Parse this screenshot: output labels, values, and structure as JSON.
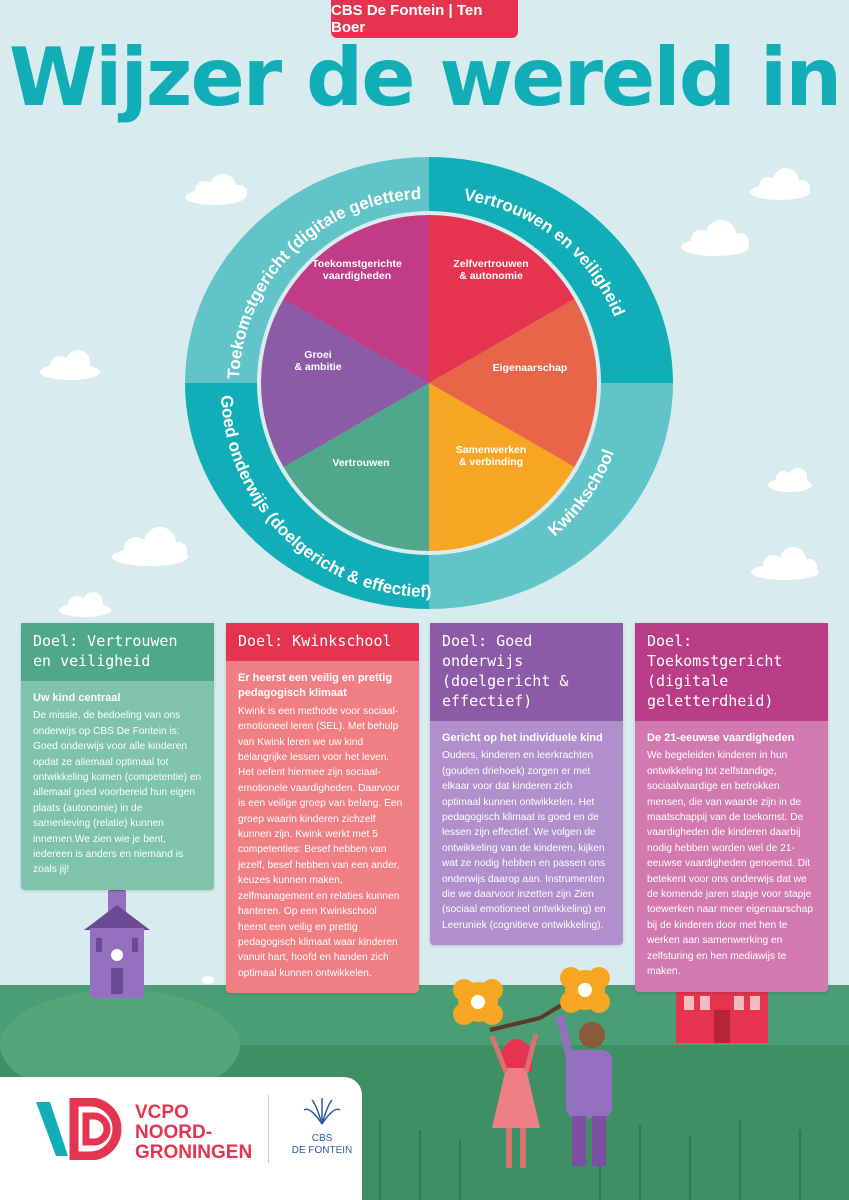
{
  "header": {
    "badge": "CBS De Fontein | Ten Boer",
    "title": "Wijzer de wereld in"
  },
  "wheel": {
    "outer": [
      "Toekomstgericht (digitale geletterdheid)",
      "Vertrouwen en veiligheid",
      "Goed onderwijs (doelgericht & effectief)",
      "Kwinkschool"
    ],
    "inner": [
      {
        "lines": [
          "Toekomstgerichte",
          "vaardigheden"
        ]
      },
      {
        "lines": [
          "Zelfvertrouwen",
          "& autonomie"
        ]
      },
      {
        "lines": [
          "Eigenaarschap"
        ]
      },
      {
        "lines": [
          "Samenwerken",
          "& verbinding"
        ]
      },
      {
        "lines": [
          "Vertrouwen"
        ]
      },
      {
        "lines": [
          "Groei",
          "& ambitie"
        ]
      }
    ]
  },
  "cards": [
    {
      "heading": "Doel: Vertrouwen en veiligheid",
      "subtitle": "Uw kind centraal",
      "text": "De missie, de bedoeling van ons onderwijs op CBS De Fontein is: Goed onderwijs voor alle kinderen opdat ze allemaal optimaal tot ontwikkeling komen (competentie) en allemaal goed voorbereid hun eigen plaats (autonomie) in de samenleving (relatie) kunnen innemen.We zien wie je bent, iedereen is anders en niemand is zoals jij!"
    },
    {
      "heading": "Doel: Kwinkschool",
      "subtitle": "Er heerst een veilig en prettig pedagogisch klimaat",
      "text": "Kwink is een methode voor sociaal-emotioneel leren (SEL). Met behulp van Kwink leren we uw kind belangrijke lessen voor het leven. Het oefent hiermee zijn sociaal-emotionele vaardigheden. Daarvoor is een veilige groep van belang. Een groep waarin kinderen zichzelf kunnen zijn. Kwink werkt met 5 competenties: Besef hebben van jezelf, besef hebben van een ander, keuzes kunnen maken, zelfmanagement en relaties kunnen hanteren. Op een Kwinkschool heerst een veilig en prettig pedagogisch klimaat waar kinderen vanuit hart, hoofd en handen zich optimaal kunnen ontwikkelen."
    },
    {
      "heading": "Doel: Goed onderwijs (doelgericht & effectief)",
      "subtitle": "Gericht op het individuele kind",
      "text": "Ouders, kinderen en leerkrachten (gouden driehoek) zorgen er met elkaar voor dat kinderen zich optimaal kunnen ontwikkelen. Het pedagogisch klimaat is goed en de lessen zijn effectief. We volgen de ontwikkeling van de kinderen, kijken wat ze nodig hebben en passen ons onderwijs daarop aan. Instrumenten die we daarvoor inzetten zijn Zien (sociaal emotioneel ontwikkeling) en Leeruniek (cognitieve ontwikkeling)."
    },
    {
      "heading": "Doel: Toekomstgericht (digitale geletterdheid)",
      "subtitle": "De 21-eeuwse vaardigheden",
      "text": "We begeleiden kinderen in hun ontwikkeling tot zelfstandige, sociaalvaardige en betrokken mensen, die van waarde zijn in de maatschappij van de toekomst. De vaardigheden die kinderen daarbij nodig hebben worden wel de 21-eeuwse vaardigheden genoemd. Dit betekent voor ons onderwijs dat we de komende jaren stapje voor stapje toewerken naar meer eigenaarschap bij de kinderen door met hen te werken aan samenwerking en zelfsturing en hen mediawijs te maken."
    }
  ],
  "footer": {
    "vcpo": [
      "VCPO",
      "NOORD-",
      "GRONINGEN"
    ],
    "cbs": [
      "CBS",
      "DE FONTEIN"
    ]
  },
  "colors": {
    "teal": "#12aeb7",
    "red": "#e5344f",
    "green": "#4fa88c",
    "purple": "#8c5aa6",
    "magenta": "#b83c86"
  }
}
